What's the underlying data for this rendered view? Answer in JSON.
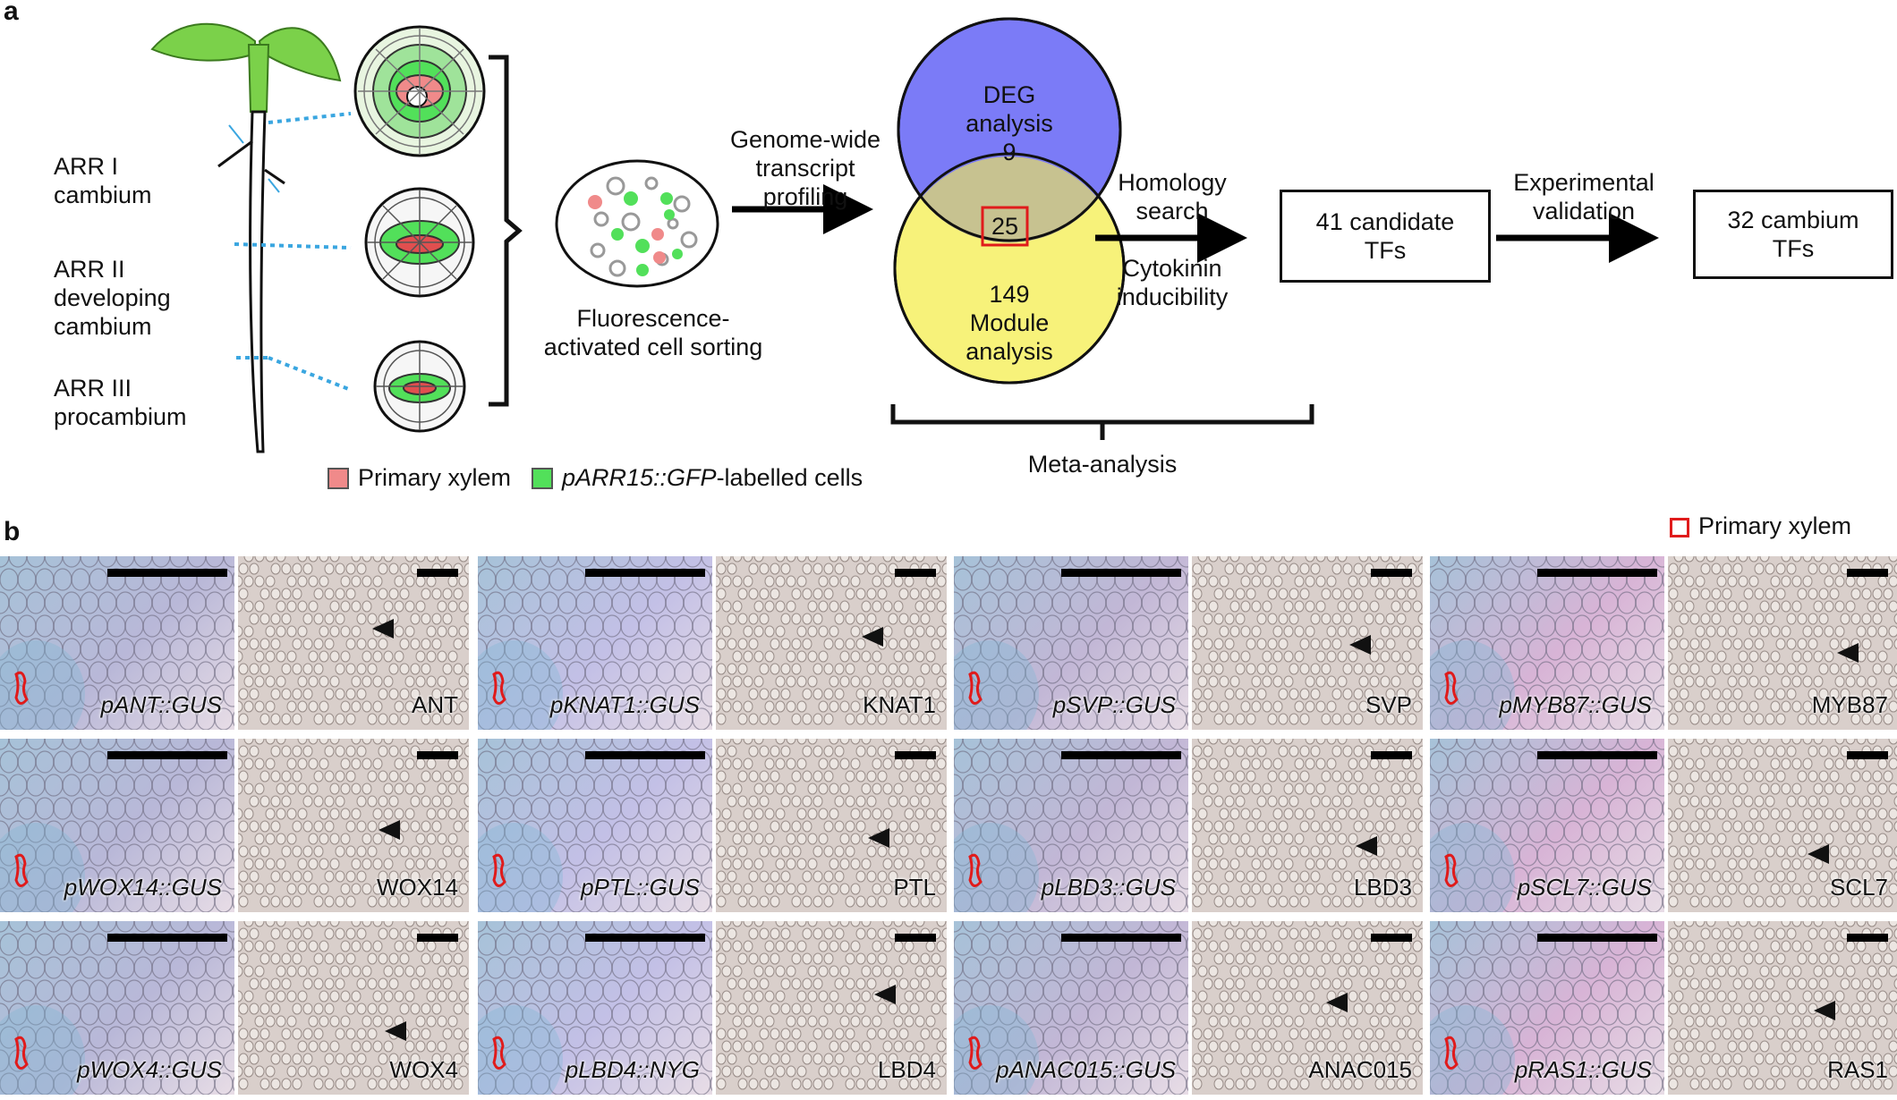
{
  "panel_a": {
    "letter": "a",
    "zones": [
      {
        "line1": "ARR I",
        "line2": "cambium",
        "line3": ""
      },
      {
        "line1": "ARR II",
        "line2": "developing",
        "line3": "cambium"
      },
      {
        "line1": "ARR III",
        "line2": "procambium",
        "line3": ""
      }
    ],
    "facs_line1": "Fluorescence-",
    "facs_line2": "activated cell sorting",
    "profiling_line1": "Genome-wide",
    "profiling_line2": "transcript",
    "profiling_line3": "profiling",
    "venn_top_line1": "DEG",
    "venn_top_line2": "analysis",
    "venn_top_count": "9",
    "venn_overlap": "25",
    "venn_bottom_count": "149",
    "venn_bottom_line1": "Module",
    "venn_bottom_line2": "analysis",
    "meta": "Meta-analysis",
    "step1_top_line1": "Homology",
    "step1_top_line2": "search",
    "step1_bottom_line1": "Cytokinin",
    "step1_bottom_line2": "inducibility",
    "box1_line1": "41 candidate",
    "box1_line2": "TFs",
    "step2_line1": "Experimental",
    "step2_line2": "validation",
    "box2_line1": "32 cambium",
    "box2_line2": "TFs",
    "legend_xylem": "Primary xylem",
    "legend_gfp_italic": "pARR15::GFP",
    "legend_gfp_rest": "-labelled cells",
    "colors": {
      "deg": "#7b7bf7",
      "module": "#f7f27a",
      "gfp": "#52e05a",
      "xylem": "#f08a8a",
      "leaf": "#7bd14a"
    }
  },
  "panel_b": {
    "letter": "b",
    "legend": "Primary xylem",
    "rows": [
      [
        {
          "reporter": "pANT::GUS",
          "gene": "ANT"
        },
        {
          "reporter": "pKNAT1::GUS",
          "gene": "KNAT1"
        },
        {
          "reporter": "pSVP::GUS",
          "gene": "SVP"
        },
        {
          "reporter": "pMYB87::GUS",
          "gene": "MYB87"
        }
      ],
      [
        {
          "reporter": "pWOX14::GUS",
          "gene": "WOX14"
        },
        {
          "reporter": "pPTL::GUS",
          "gene": "PTL"
        },
        {
          "reporter": "pLBD3::GUS",
          "gene": "LBD3"
        },
        {
          "reporter": "pSCL7::GUS",
          "gene": "SCL7"
        }
      ],
      [
        {
          "reporter": "pWOX4::GUS",
          "gene": "WOX4"
        },
        {
          "reporter": "pLBD4::NYG",
          "gene": "LBD4"
        },
        {
          "reporter": "pANAC015::GUS",
          "gene": "ANAC015"
        },
        {
          "reporter": "pRAS1::GUS",
          "gene": "RAS1"
        }
      ]
    ]
  }
}
